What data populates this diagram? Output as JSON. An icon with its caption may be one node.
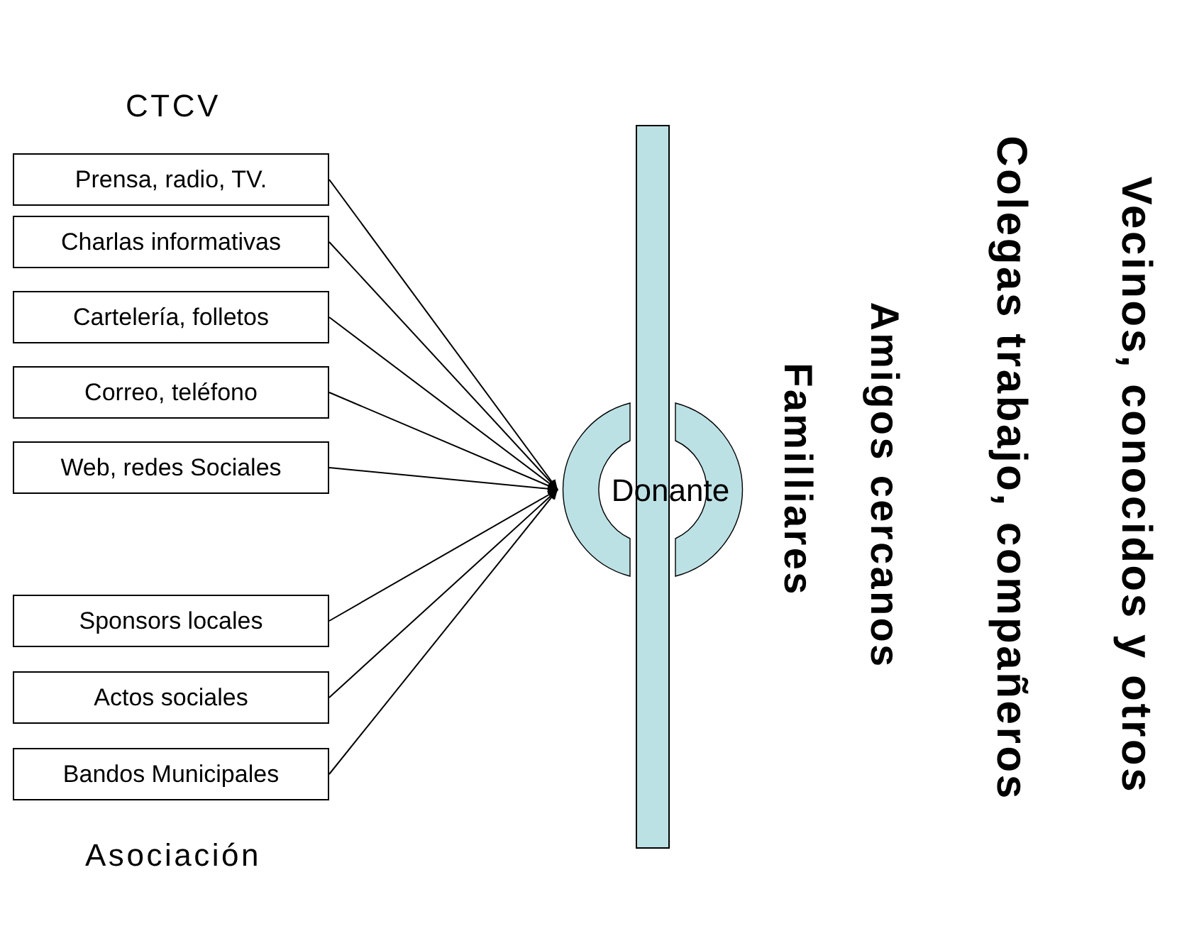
{
  "diagram": {
    "nodes": [
      {
        "text": [
          "Prensa, radio, TV."
        ]
      },
      {
        "text": [
          "Charlas informativas"
        ]
      },
      {
        "text": [
          "Cartelería, folletos"
        ]
      },
      {
        "text": [
          "Correo, teléfono"
        ]
      },
      {
        "text": [
          "Web, redes Sociales"
        ]
      },
      {
        "text": [
          "Sponsors locales"
        ]
      },
      {
        "text": [
          "Actos sociales"
        ]
      },
      {
        "text": [
          "Bandos Municipales"
        ]
      },
      {
        "text": [
          "Donante"
        ]
      },
      {
        "text": [],
        "shape": "bar"
      }
    ],
    "edges": [
      {
        "from": 0,
        "to": 8,
        "arrow": "to"
      },
      {
        "from": 1,
        "to": 8,
        "arrow": "to"
      },
      {
        "from": 2,
        "to": 8,
        "arrow": "to"
      },
      {
        "from": 3,
        "to": 8,
        "arrow": "to"
      },
      {
        "from": 4,
        "to": 8,
        "arrow": "to"
      },
      {
        "from": 5,
        "to": 8,
        "arrow": "to"
      },
      {
        "from": 6,
        "to": 8,
        "arrow": "to"
      },
      {
        "from": 7,
        "to": 8,
        "arrow": "to"
      }
    ],
    "labels": [
      "CTCV",
      "Asociación",
      "Familliares",
      "Amigos cercanos",
      "Colegas trabajo, compañeros",
      "Vecinos, conocidos y otros"
    ]
  }
}
